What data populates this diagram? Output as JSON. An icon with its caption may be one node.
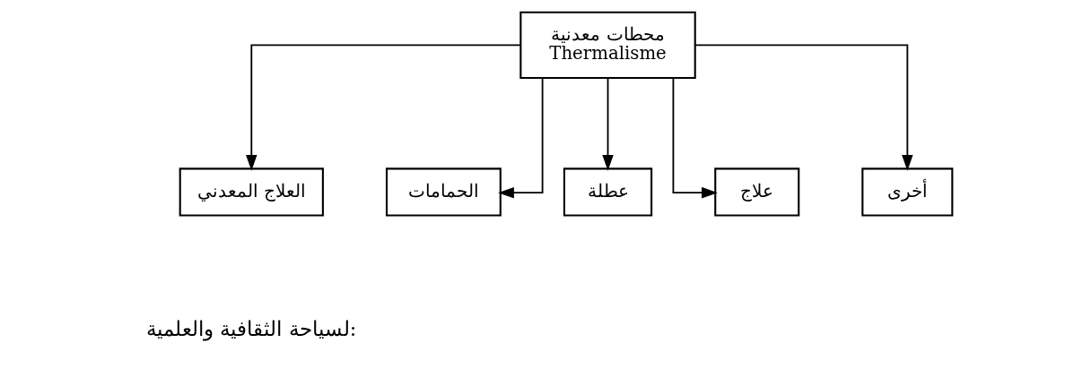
{
  "diagram": {
    "nodes": [
      {
        "text": [
          "محطات معدنية",
          "Thermalisme"
        ]
      },
      {
        "text": [
          "أخرى"
        ]
      },
      {
        "text": [
          "علاج"
        ]
      },
      {
        "text": [
          "عطلة"
        ]
      },
      {
        "text": [
          "الحمامات"
        ]
      },
      {
        "text": [
          "العلاج المعدني"
        ]
      }
    ],
    "edges": [
      {
        "from": 0,
        "to": 1,
        "arrow": "to"
      },
      {
        "from": 0,
        "to": 2,
        "arrow": "to"
      },
      {
        "from": 0,
        "to": 3,
        "arrow": "to"
      },
      {
        "from": 0,
        "to": 4,
        "arrow": "to"
      },
      {
        "from": 0,
        "to": 5,
        "arrow": "to"
      }
    ],
    "labels": [
      "لسياحة الثقافية والعلمية:"
    ]
  }
}
